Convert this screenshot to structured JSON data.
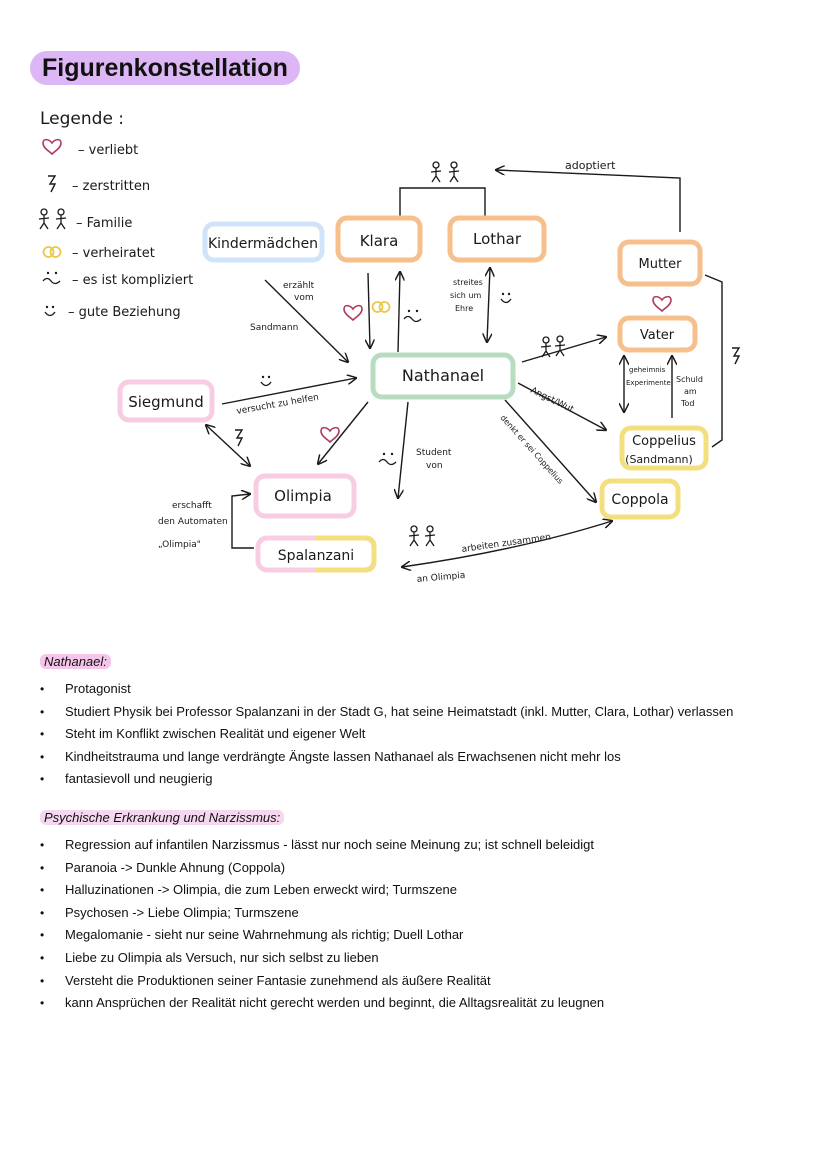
{
  "title": "Figurenkonstellation",
  "colors": {
    "title_bg": "#dcb6f5",
    "section_highlight": "#f5c6ea",
    "orange": "#f7bf8c",
    "green": "#b7dcc0",
    "pink": "#f8cde4",
    "blue": "#cfe4f8",
    "yellow": "#f4df7f",
    "heart": "#b03a5a"
  },
  "legend": {
    "title": "Legende :",
    "items": [
      {
        "symbol": "heart-icon",
        "label": "– verliebt"
      },
      {
        "symbol": "lightning-icon",
        "label": "– zerstritten"
      },
      {
        "symbol": "family-icon",
        "label": "– Familie"
      },
      {
        "symbol": "rings-icon",
        "label": "– verheiratet"
      },
      {
        "symbol": "wavy-face-icon",
        "label": "– es ist kompliziert"
      },
      {
        "symbol": "smile-icon",
        "label": "– gute Beziehung"
      }
    ]
  },
  "nodes": {
    "kindermaedchen": "Kindermädchen",
    "klara": "Klara",
    "lothar": "Lothar",
    "mutter": "Mutter",
    "vater": "Vater",
    "nathanael": "Nathanael",
    "siegmund": "Siegmund",
    "coppelius": "Coppelius",
    "coppelius_sub": "(Sandmann)",
    "coppola": "Coppola",
    "olimpia": "Olimpia",
    "spalanzani": "Spalanzani"
  },
  "edge_labels": {
    "adoptiert": "adoptiert",
    "erzaehlt_1": "erzählt",
    "erzaehlt_2": "vom",
    "sandmann": "Sandmann",
    "streites_1": "streites",
    "streites_2": "sich um",
    "streites_3": "Ehre",
    "versucht": "versucht zu helfen",
    "angst": "Angst/Wut",
    "denkt": "denkt er sei Coppelius",
    "student_1": "Student",
    "student_2": "von",
    "erschafft_1": "erschafft",
    "erschafft_2": "den Automaten",
    "erschafft_3": "„Olimpia\"",
    "arbeiten": "arbeiten zusammen",
    "an_olimpia": "an Olimpia",
    "geheimnis_1": "geheimnis",
    "geheimnis_2": "Experimente",
    "schuld_1": "Schuld",
    "schuld_2": "am",
    "schuld_3": "Tod"
  },
  "nathanael_section": {
    "heading": "Nathanael:",
    "bullets": [
      "Protagonist",
      "Studiert Physik bei Professor Spalanzani in der Stadt G, hat seine Heimatstadt (inkl. Mutter, Clara, Lothar) verlassen",
      "Steht im Konflikt zwischen Realität und eigener Welt",
      "Kindheitstrauma und lange verdrängte Ängste lassen Nathanael als Erwachsenen nicht mehr los",
      "fantasievoll und neugierig"
    ]
  },
  "psyche_section": {
    "heading": "Psychische Erkrankung und Narzissmus:",
    "bullets": [
      "Regression auf infantilen Narzissmus - lässt nur noch seine Meinung zu; ist schnell beleidigt",
      "Paranoia -> Dunkle Ahnung (Coppola)",
      "Halluzinationen -> Olimpia, die zum Leben erweckt wird; Turmszene",
      "Psychosen -> Liebe Olimpia; Turmszene",
      "Megalomanie - sieht nur seine Wahrnehmung als richtig; Duell Lothar",
      "Liebe zu Olimpia als Versuch, nur sich selbst zu lieben",
      "Versteht die Produktionen seiner Fantasie zunehmend als äußere Realität",
      "kann Ansprüchen der Realität nicht gerecht werden und beginnt, die Alltagsrealität zu leugnen"
    ]
  }
}
